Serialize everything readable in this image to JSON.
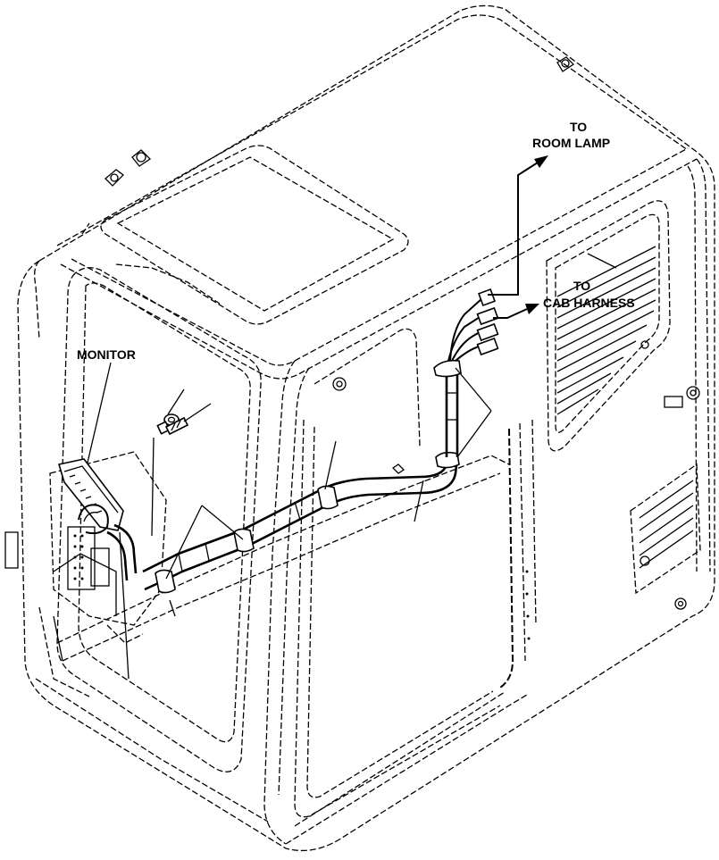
{
  "diagram": {
    "labels": {
      "room_lamp_line1": "TO",
      "room_lamp_line2": "ROOM LAMP",
      "cab_harness_line1": "TO",
      "cab_harness_line2": "CAB HARNESS",
      "monitor": "MONITOR"
    },
    "colors": {
      "ink": "#000000",
      "paper": "#ffffff"
    }
  }
}
